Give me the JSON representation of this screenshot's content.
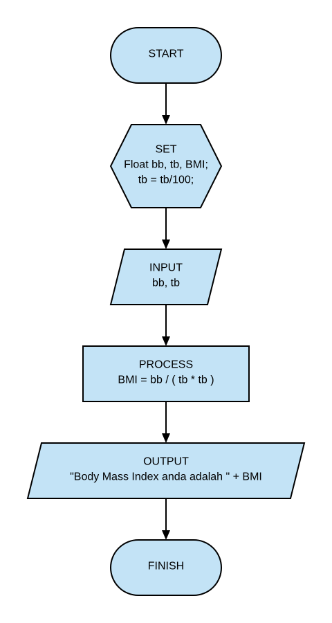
{
  "flowchart": {
    "colors": {
      "node_fill": "#c3e3f6",
      "stroke": "#000000",
      "text": "#000000",
      "background": "#ffffff"
    },
    "nodes": [
      {
        "id": "start",
        "shape": "terminator",
        "lines": [
          "START"
        ]
      },
      {
        "id": "set",
        "shape": "hexagon",
        "lines": [
          "SET",
          "Float bb, tb, BMI;",
          "tb = tb/100;"
        ]
      },
      {
        "id": "input",
        "shape": "parallelogram",
        "lines": [
          "INPUT",
          "bb, tb"
        ]
      },
      {
        "id": "process",
        "shape": "rectangle",
        "lines": [
          "PROCESS",
          "BMI = bb / ( tb * tb )"
        ]
      },
      {
        "id": "output",
        "shape": "parallelogram",
        "lines": [
          "OUTPUT",
          "\"Body Mass Index anda adalah \" + BMI"
        ]
      },
      {
        "id": "finish",
        "shape": "terminator",
        "lines": [
          "FINISH"
        ]
      }
    ],
    "edges": [
      {
        "from": "start",
        "to": "set"
      },
      {
        "from": "set",
        "to": "input"
      },
      {
        "from": "input",
        "to": "process"
      },
      {
        "from": "process",
        "to": "output"
      },
      {
        "from": "output",
        "to": "finish"
      }
    ]
  }
}
